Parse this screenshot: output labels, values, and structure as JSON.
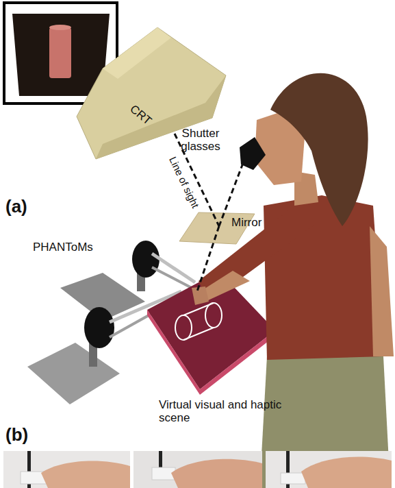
{
  "diagram": {
    "nodes": [
      {
        "text": [
          "CRT"
        ]
      }
    ],
    "labels": [
      "Shutter glasses",
      "Line of sight",
      "Mirror",
      "(a)",
      "PHANToMs",
      "Virtual visual and haptic scene",
      "(b)"
    ]
  }
}
